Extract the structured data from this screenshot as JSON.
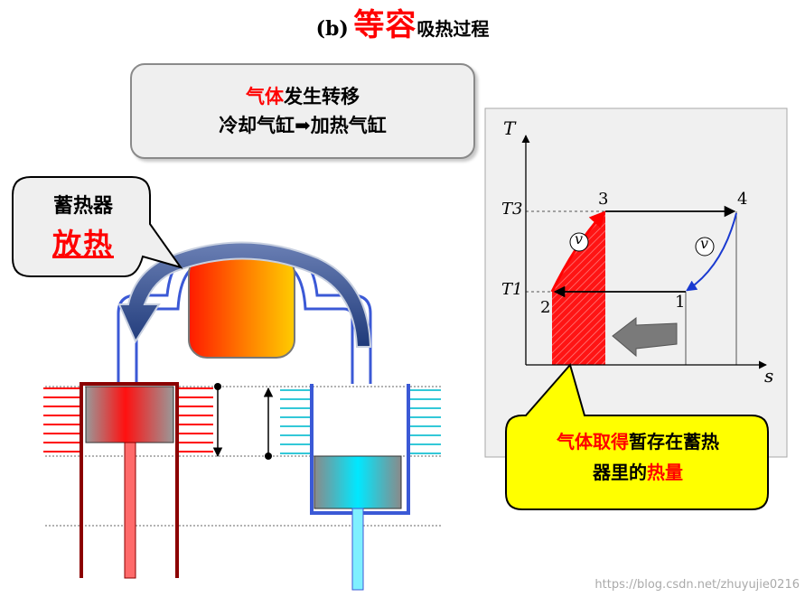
{
  "title": {
    "prefix": "(b)",
    "main": "等容",
    "suffix": "吸热过程"
  },
  "info": {
    "line1_red": "气体",
    "line1_rest": "发生转移",
    "line2": "冷却气缸➡加热气缸"
  },
  "callout": {
    "line1": "蓄热器",
    "line2": "放热"
  },
  "note": {
    "part1": "气体取得",
    "part2": "暂存在蓄热",
    "part3": "器里的",
    "part4": "热量"
  },
  "ts": {
    "axis_t": "T",
    "axis_s": "s",
    "tick_t3": "T3",
    "tick_t1": "T1",
    "p1": "1",
    "p2": "2",
    "p3": "3",
    "p4": "4",
    "v": "v"
  },
  "watermark": "https://blog.csdn.net/zhuyujie0216",
  "colors": {
    "hot": "#ff0000",
    "cold": "#33c8d8",
    "curve_red": "#ff0000",
    "curve_blue": "#1a3ad0"
  }
}
